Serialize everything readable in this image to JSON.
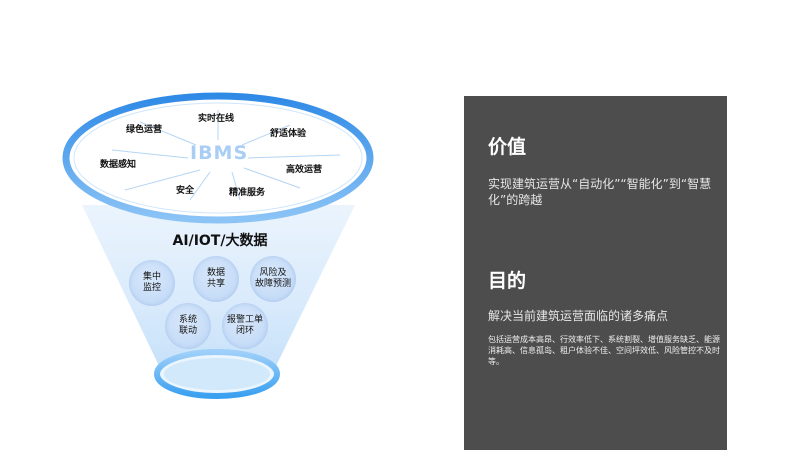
{
  "diagram": {
    "center_label": "IBMS",
    "ring_items": [
      "实时在线",
      "绿色运营",
      "舒适体验",
      "数据感知",
      "高效运营",
      "安全",
      "精准服务"
    ],
    "band_label": "AI/IOT/大数据",
    "circles": [
      "集中\n监控",
      "数据\n共享",
      "风险及\n故障预测",
      "系统\n联动",
      "报警工单\n闭环"
    ],
    "colors": {
      "ring": "#3f97ea",
      "funnel": "#d6e9fb",
      "panel": "#4d4d4d"
    }
  },
  "panel": {
    "value_title": "价值",
    "value_text": "实现建筑运营从“自动化”“智能化”到“智慧化”的跨越",
    "goal_title": "目的",
    "goal_text": "解决当前建筑运营面临的诸多痛点",
    "goal_detail": "包括运营成本高昂、行效率低下、系统割裂、增值服务缺乏、能源消耗高、信息孤岛、租户体验不佳、空间坪效低、风险管控不及时等。"
  }
}
